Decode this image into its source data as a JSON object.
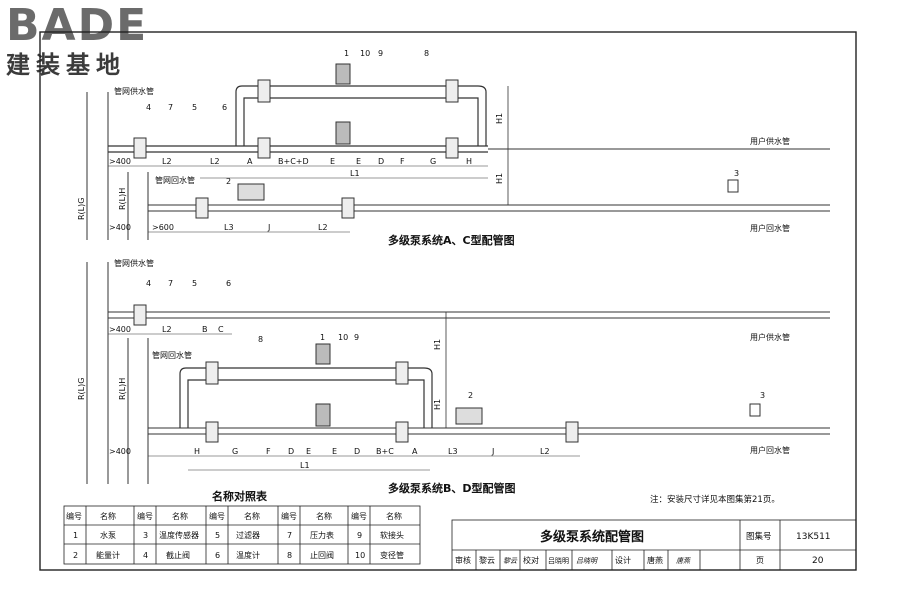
{
  "logo": {
    "brand": "BADE",
    "subtitle": "建装基地"
  },
  "diagram_top": {
    "title": "多级泵系统A、C型配管图",
    "pipe_supply_main": "管网供水管",
    "pipe_return_main": "管网回水管",
    "user_supply": "用户供水管",
    "user_return": "用户回水管",
    "riser_supply": "R(L)G",
    "riser_return": "R(L)H",
    "dim_ge400a": ">400",
    "dim_ge400b": ">400",
    "dim_ge600": ">600",
    "dims_upper": [
      "L2",
      "L2",
      "A",
      "B+C+D",
      "E",
      "E",
      "D",
      "F",
      "G",
      "H"
    ],
    "dims_lower": [
      "L3",
      "J",
      "L2"
    ],
    "dim_L1": "L1",
    "dim_H1a": "H1",
    "dim_H1b": "H1",
    "callouts": [
      "1",
      "10",
      "9",
      "8",
      "4",
      "7",
      "5",
      "6",
      "2",
      "3"
    ]
  },
  "diagram_bottom": {
    "title": "多级泵系统B、D型配管图",
    "pipe_supply_main": "管网供水管",
    "pipe_return_main": "管网回水管",
    "user_supply": "用户供水管",
    "user_return": "用户回水管",
    "riser_supply": "R(L)G",
    "riser_return": "R(L)H",
    "dim_ge400a": ">400",
    "dim_ge400b": ">400",
    "dims_upper": [
      "L2",
      "B",
      "C"
    ],
    "dims_lower": [
      "H",
      "G",
      "F",
      "D",
      "E",
      "E",
      "D",
      "B+C",
      "A",
      "L3",
      "J",
      "L2"
    ],
    "dim_L1": "L1",
    "dim_H1a": "H1",
    "dim_H1b": "H1",
    "callouts": [
      "4",
      "7",
      "5",
      "6",
      "8",
      "1",
      "10",
      "9",
      "2",
      "3"
    ]
  },
  "legend": {
    "title": "名称对照表",
    "header_no": "编号",
    "header_name": "名称",
    "items": [
      {
        "no": "1",
        "name": "水泵"
      },
      {
        "no": "2",
        "name": "能量计"
      },
      {
        "no": "3",
        "name": "温度传感器"
      },
      {
        "no": "4",
        "name": "截止阀"
      },
      {
        "no": "5",
        "name": "过滤器"
      },
      {
        "no": "6",
        "name": "温度计"
      },
      {
        "no": "7",
        "name": "压力表"
      },
      {
        "no": "8",
        "name": "止回阀"
      },
      {
        "no": "9",
        "name": "软接头"
      },
      {
        "no": "10",
        "name": "变径管"
      }
    ]
  },
  "note": "注：安装尺寸详见本图集第21页。",
  "titleblock": {
    "title": "多级泵系统配管图",
    "atlas_label": "图集号",
    "atlas_no": "13K511",
    "review_label": "审核",
    "reviewer": "黎云",
    "review_sign": "黎云",
    "check_label": "校对",
    "checker": "吕晓明",
    "check_sign": "吕晓明",
    "design_label": "设计",
    "designer": "唐燕",
    "design_sign": "唐燕",
    "page_label": "页",
    "page_no": "20"
  }
}
